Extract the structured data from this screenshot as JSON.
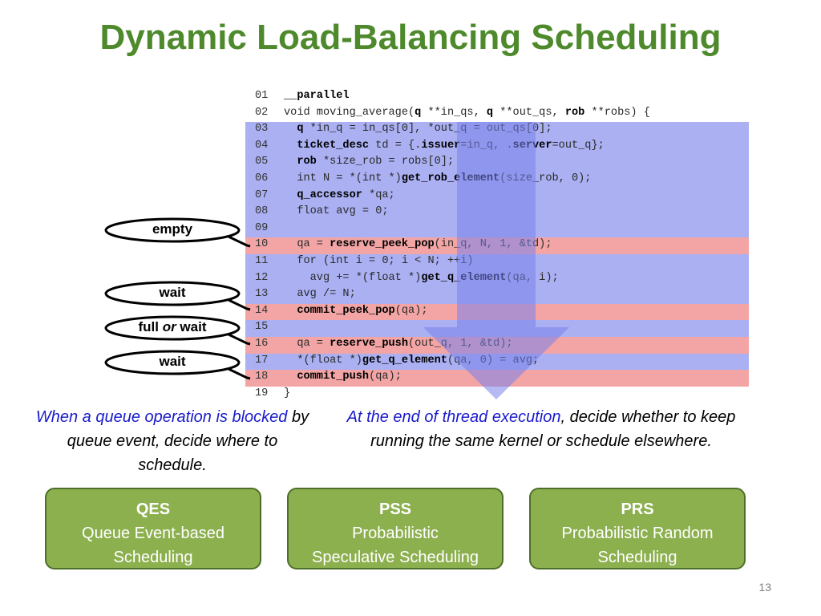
{
  "title": "Dynamic Load-Balancing Scheduling",
  "code": {
    "lines": [
      {
        "num": "01",
        "segs": [
          {
            "t": "__parallel",
            "b": true,
            "u": false
          }
        ]
      },
      {
        "num": "02",
        "segs": [
          {
            "t": "void moving_average(",
            "b": false
          },
          {
            "t": "q",
            "b": true
          },
          {
            "t": " **in_qs, ",
            "b": false
          },
          {
            "t": "q",
            "b": true
          },
          {
            "t": " **out_qs, ",
            "b": false
          },
          {
            "t": "rob",
            "b": true
          },
          {
            "t": " **robs) {",
            "b": false
          }
        ]
      },
      {
        "num": "03",
        "segs": [
          {
            "t": "  ",
            "b": false
          },
          {
            "t": "q",
            "b": true
          },
          {
            "t": " *in_q = in_qs[0], *out_q = out_qs[0];",
            "b": false
          }
        ]
      },
      {
        "num": "04",
        "segs": [
          {
            "t": "  ",
            "b": false
          },
          {
            "t": "ticket_desc",
            "b": true
          },
          {
            "t": " td = {.",
            "b": false
          },
          {
            "t": "issuer",
            "b": true
          },
          {
            "t": "=in_q, .",
            "b": false
          },
          {
            "t": "server",
            "b": true
          },
          {
            "t": "=out_q};",
            "b": false
          }
        ]
      },
      {
        "num": "05",
        "segs": [
          {
            "t": "  ",
            "b": false
          },
          {
            "t": "rob",
            "b": true
          },
          {
            "t": " *size_rob = robs[0];",
            "b": false
          }
        ]
      },
      {
        "num": "06",
        "segs": [
          {
            "t": "  int N = *(int *)",
            "b": false
          },
          {
            "t": "get_rob_element",
            "b": true
          },
          {
            "t": "(size_rob, 0);",
            "b": false
          }
        ]
      },
      {
        "num": "07",
        "segs": [
          {
            "t": "  ",
            "b": false
          },
          {
            "t": "q_accessor",
            "b": true
          },
          {
            "t": " *qa;",
            "b": false
          }
        ]
      },
      {
        "num": "08",
        "segs": [
          {
            "t": "  float avg = 0;",
            "b": false
          }
        ]
      },
      {
        "num": "09",
        "segs": [
          {
            "t": "",
            "b": false
          }
        ]
      },
      {
        "num": "10",
        "segs": [
          {
            "t": "  qa = ",
            "b": false
          },
          {
            "t": "reserve_peek_pop",
            "b": true
          },
          {
            "t": "(in_q, N, 1, &td);",
            "b": false
          }
        ]
      },
      {
        "num": "11",
        "segs": [
          {
            "t": "  for (int i = 0; i < N; ++i)",
            "b": false
          }
        ]
      },
      {
        "num": "12",
        "segs": [
          {
            "t": "    avg += *(float *)",
            "b": false
          },
          {
            "t": "get_q_element",
            "b": true
          },
          {
            "t": "(qa, i);",
            "b": false
          }
        ]
      },
      {
        "num": "13",
        "segs": [
          {
            "t": "  avg /= N;",
            "b": false
          }
        ]
      },
      {
        "num": "14",
        "segs": [
          {
            "t": "  ",
            "b": false
          },
          {
            "t": "commit_peek_pop",
            "b": true
          },
          {
            "t": "(qa);",
            "b": false
          }
        ]
      },
      {
        "num": "15",
        "segs": [
          {
            "t": "",
            "b": false
          }
        ]
      },
      {
        "num": "16",
        "segs": [
          {
            "t": "  qa = ",
            "b": false
          },
          {
            "t": "reserve_push",
            "b": true
          },
          {
            "t": "(out_q, 1, &td);",
            "b": false
          }
        ]
      },
      {
        "num": "17",
        "segs": [
          {
            "t": "  *(float *)",
            "b": false
          },
          {
            "t": "get_q_element",
            "b": true
          },
          {
            "t": "(qa, 0) = avg;",
            "b": false
          }
        ]
      },
      {
        "num": "18",
        "segs": [
          {
            "t": "  ",
            "b": false
          },
          {
            "t": "commit_push",
            "b": true
          },
          {
            "t": "(qa);",
            "b": false
          }
        ]
      },
      {
        "num": "19",
        "segs": [
          {
            "t": "}",
            "b": false
          }
        ]
      }
    ]
  },
  "callouts": {
    "empty": "empty",
    "wait1": "wait",
    "full_prefix": "full ",
    "full_or": "or",
    "full_suffix": " wait",
    "wait2": "wait"
  },
  "desc_left": {
    "blue": "When a queue operation is blocked",
    "rest": " by queue event, decide where to schedule."
  },
  "desc_right": {
    "blue": "At the end of thread execution",
    "rest": ", decide whether to keep running the same kernel or schedule elsewhere."
  },
  "boxes": [
    {
      "abbr": "QES",
      "l1": "Queue Event-based",
      "l2": "Scheduling"
    },
    {
      "abbr": "PSS",
      "l1": "Probabilistic",
      "l2": "Speculative Scheduling"
    },
    {
      "abbr": "PRS",
      "l1": "Probabilistic Random",
      "l2": "Scheduling"
    }
  ],
  "page_number": "13",
  "colors": {
    "title": "#4e8a2c",
    "box": "#8db04f",
    "band_blue": "#828aec",
    "band_red": "#f08c8c",
    "highlight_text": "#1a1acc"
  }
}
